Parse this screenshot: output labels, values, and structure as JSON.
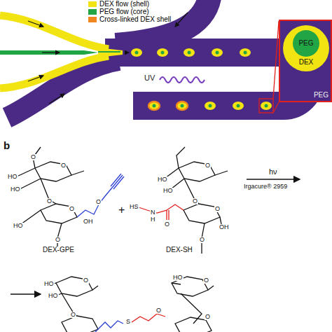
{
  "diagram": {
    "nodes": [
      {
        "text": [
          "PEG"
        ]
      },
      {
        "text": [
          "DEX"
        ],
        "in": 0
      },
      {
        "text": [
          "PEG"
        ],
        "in": 1
      }
    ],
    "labels": [
      "UV",
      "b",
      "DEX-GPE",
      "DEX-SH",
      "+",
      "hν",
      "Irgacure® 2959",
      "O",
      "HO",
      "HO",
      "O",
      "O",
      "HO",
      "O",
      "OH",
      "O",
      "O",
      "HO",
      "HO",
      "O",
      "O",
      "O",
      "HS",
      "N",
      "H",
      "O",
      "O",
      "OH",
      "HO",
      "HO",
      "O",
      "O",
      "S",
      "O",
      "HO",
      "O",
      "O"
    ],
    "legend": [
      {
        "text": "DEX flow (shell)",
        "color": "#f2e313"
      },
      {
        "text": "PEG flow (core)",
        "color": "#22a544"
      },
      {
        "text": "Cross-linked DEX shell",
        "color": "#f0861f"
      }
    ]
  }
}
